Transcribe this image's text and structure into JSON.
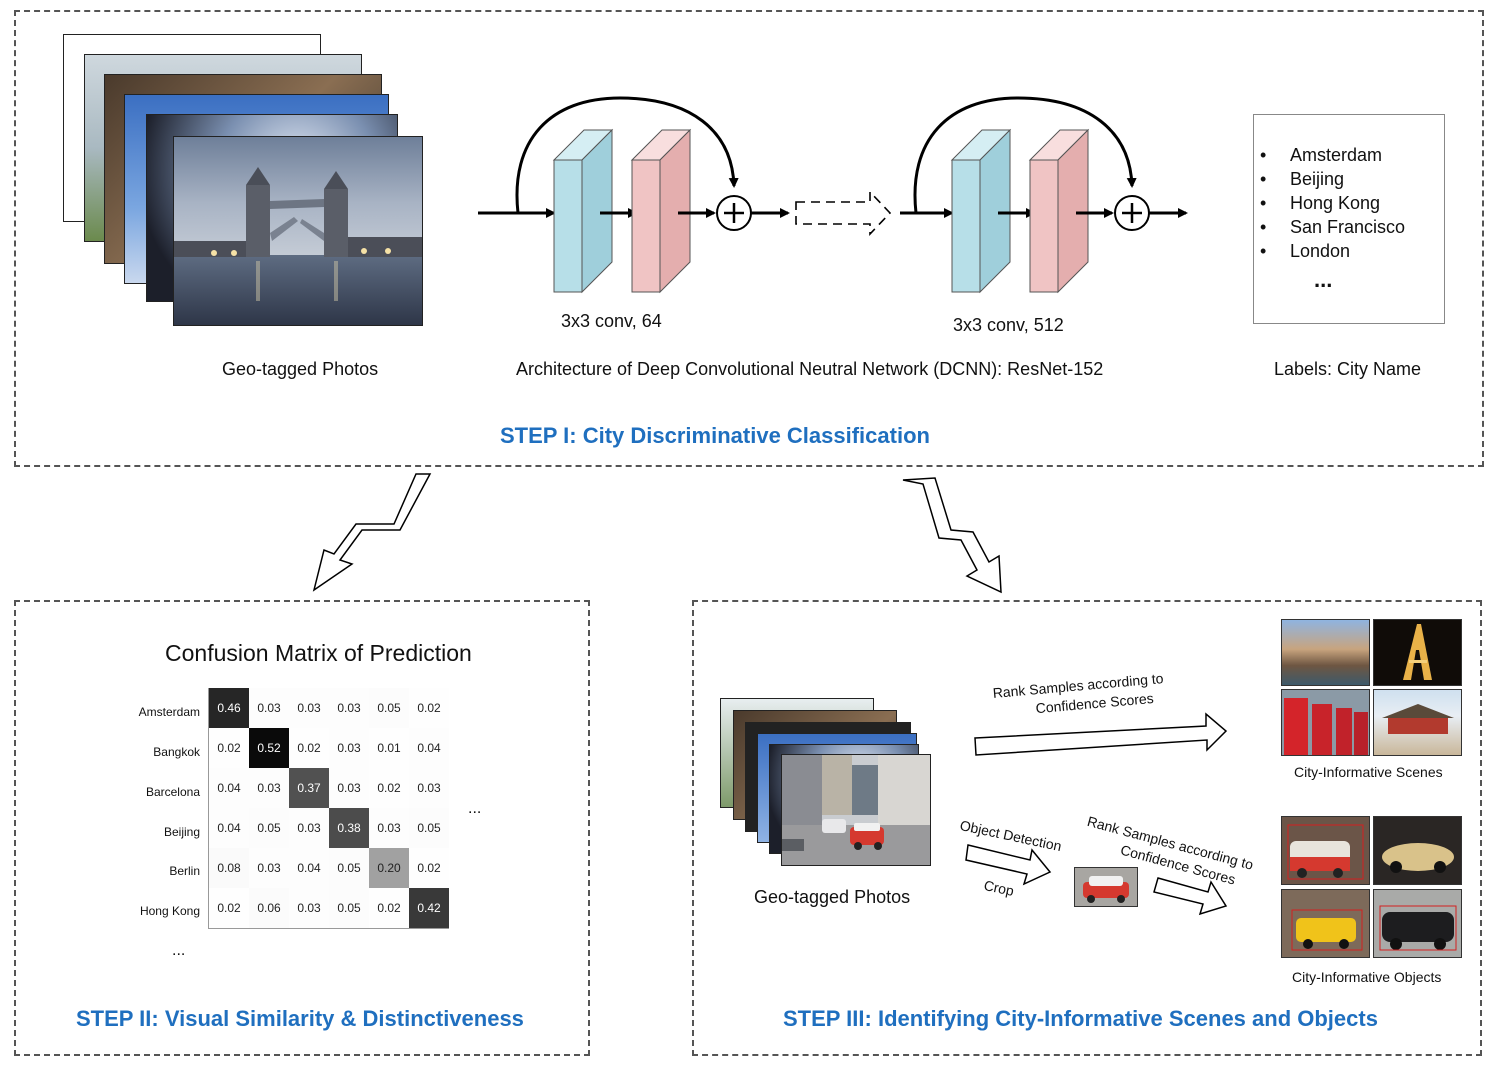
{
  "step1": {
    "title": "STEP I: City Discriminative Classification",
    "photos_caption": "Geo-tagged Photos",
    "block1_caption": "3x3 conv, 64",
    "block2_caption": "3x3 conv, 512",
    "arch_caption": "Architecture of Deep Convolutional Neutral Network (DCNN): ResNet-152",
    "labels_caption": "Labels: City Name",
    "labels": [
      "Amsterdam",
      "Beijing",
      "Hong Kong",
      "San Francisco",
      "London"
    ],
    "labels_more": "...",
    "plus_symbol": "+"
  },
  "step2": {
    "title": "STEP II: Visual Similarity & Distinctiveness",
    "matrix_title": "Confusion Matrix of Prediction",
    "more_right": "...",
    "more_bottom": "...",
    "rows": [
      {
        "label": "Amsterdam",
        "values": [
          "0.46",
          "0.03",
          "0.03",
          "0.03",
          "0.05",
          "0.02"
        ]
      },
      {
        "label": "Bangkok",
        "values": [
          "0.02",
          "0.52",
          "0.02",
          "0.03",
          "0.01",
          "0.04"
        ]
      },
      {
        "label": "Barcelona",
        "values": [
          "0.04",
          "0.03",
          "0.37",
          "0.03",
          "0.02",
          "0.03"
        ]
      },
      {
        "label": "Beijing",
        "values": [
          "0.04",
          "0.05",
          "0.03",
          "0.38",
          "0.03",
          "0.05"
        ]
      },
      {
        "label": "Berlin",
        "values": [
          "0.08",
          "0.03",
          "0.04",
          "0.05",
          "0.20",
          "0.02"
        ]
      },
      {
        "label": "Hong Kong",
        "values": [
          "0.02",
          "0.06",
          "0.03",
          "0.05",
          "0.02",
          "0.42"
        ]
      }
    ]
  },
  "step3": {
    "title": "STEP III: Identifying City-Informative Scenes and Objects",
    "photos_caption": "Geo-tagged Photos",
    "rank_text_top_1": "Rank Samples according to",
    "rank_text_top_2": "Confidence Scores",
    "object_detection": "Object Detection",
    "crop": "Crop",
    "rank_text_bottom_1": "Rank Samples according to",
    "rank_text_bottom_2": "Confidence Scores",
    "scenes_caption": "City-Informative Scenes",
    "objects_caption": "City-Informative Objects"
  },
  "colors": {
    "step_title": "#1f6fbf",
    "conv_block_blue": "#b7dfe8",
    "conv_block_pink": "#f0c4c4"
  }
}
